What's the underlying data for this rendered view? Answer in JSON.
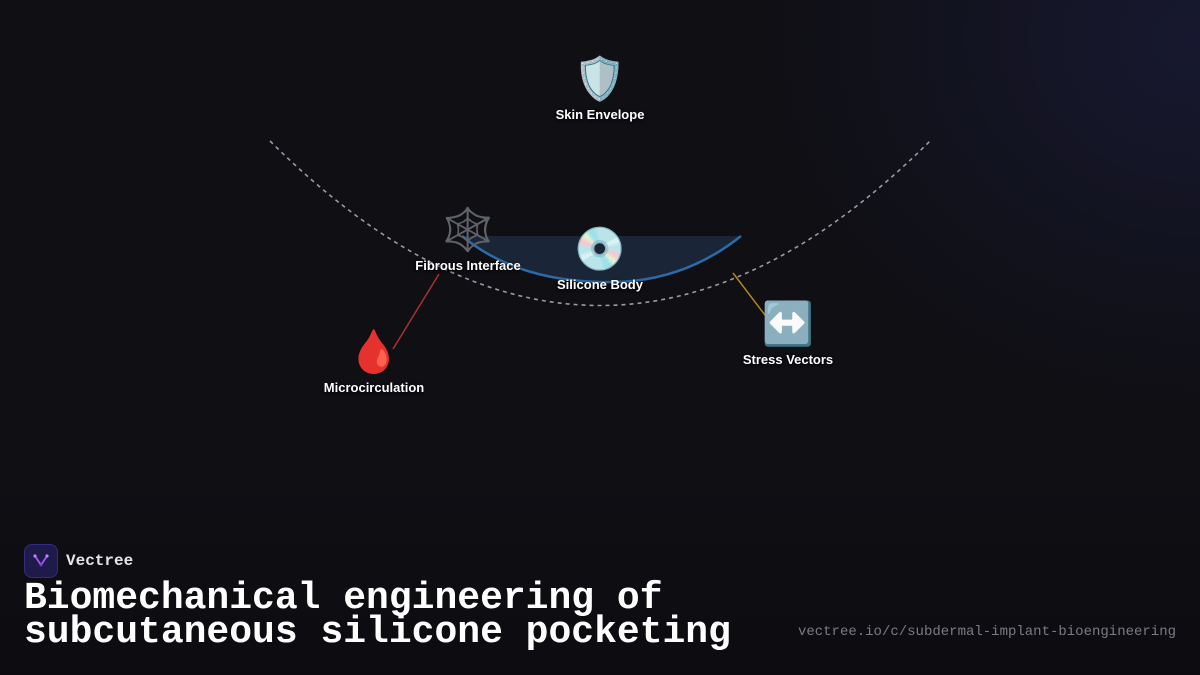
{
  "diagram": {
    "nodes": [
      {
        "id": "skin",
        "icon": "shield-icon",
        "emoji": "🛡️",
        "label": "Skin Envelope"
      },
      {
        "id": "fibrous",
        "icon": "spider-web-icon",
        "emoji": "🕸️",
        "label": "Fibrous Interface"
      },
      {
        "id": "silicone",
        "icon": "disc-icon",
        "emoji": "💿",
        "label": "Silicone Body"
      },
      {
        "id": "micro",
        "icon": "blood-drop-icon",
        "emoji": "🩸",
        "label": "Microcirculation"
      },
      {
        "id": "stress",
        "icon": "left-right-arrow-icon",
        "emoji": "↔️",
        "label": "Stress Vectors"
      }
    ],
    "connectors": [
      {
        "from": "fibrous",
        "to": "micro",
        "color": "#a83232"
      },
      {
        "from": "silicone",
        "to": "stress",
        "color": "#b08a1e"
      }
    ],
    "colors": {
      "pocket_outline": "#9a9aa3",
      "implant_fill": "#1c2a3d",
      "implant_stroke": "#2d6aa8"
    }
  },
  "brand": {
    "name": "Vectree",
    "logo_icon": "vectree-logo-icon",
    "accent": "#a855f7"
  },
  "title": "Biomechanical engineering of subcutaneous silicone pocketing",
  "url": "vectree.io/c/subdermal-implant-bioengineering"
}
